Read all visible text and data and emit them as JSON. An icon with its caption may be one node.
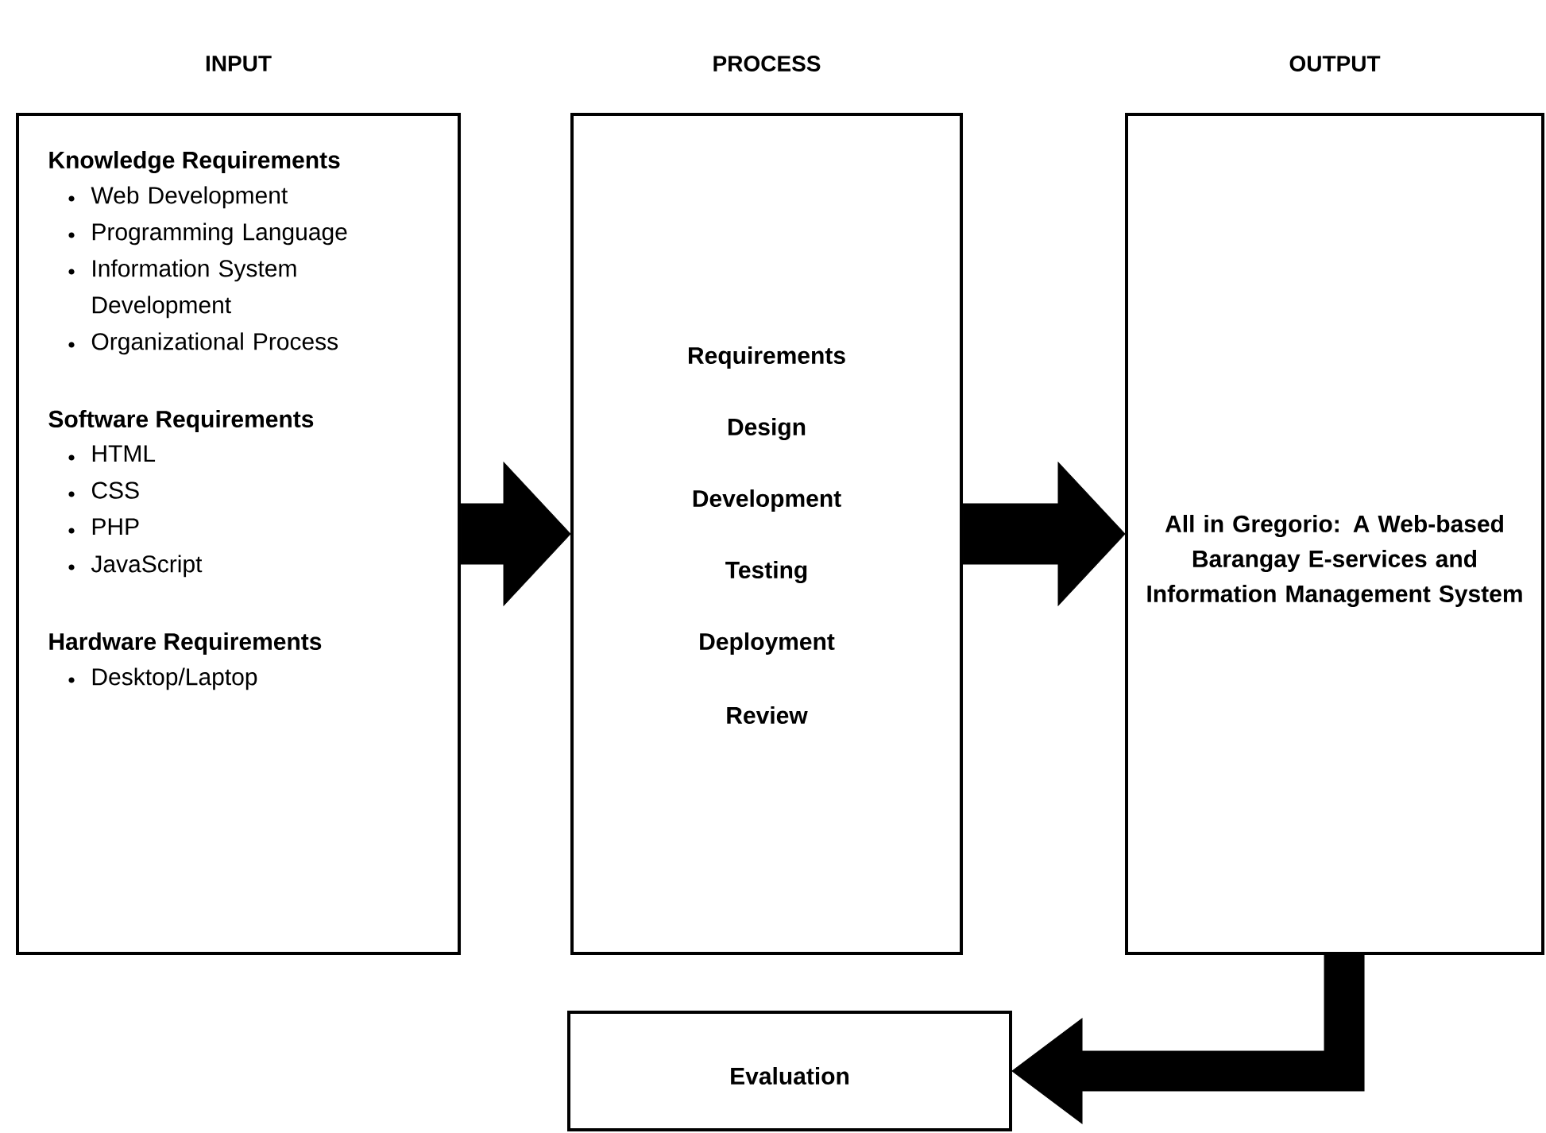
{
  "diagram": {
    "nodes": [
      {
        "text": [
          "INPUT",
          "Knowledge Requirements",
          "Web Development",
          "Programming Language",
          "Information System Development",
          "Organizational Process",
          "Software Requirements",
          "HTML",
          "CSS",
          "PHP",
          "JavaScript",
          "Hardware Requirements",
          "Desktop/Laptop"
        ]
      },
      {
        "text": [
          "PROCESS",
          "Requirements",
          "Design",
          "Development",
          "Testing",
          "Deployment",
          "Review"
        ]
      },
      {
        "text": [
          "OUTPUT",
          "All in Gregorio: A Web-based Barangay E-services and Information Management System"
        ]
      },
      {
        "text": [
          "Evaluation"
        ]
      }
    ],
    "edges": [
      {
        "from": 0,
        "to": 1,
        "arrow": "to"
      },
      {
        "from": 1,
        "to": 2,
        "arrow": "to"
      },
      {
        "from": 2,
        "to": 3,
        "arrow": "to"
      }
    ]
  }
}
